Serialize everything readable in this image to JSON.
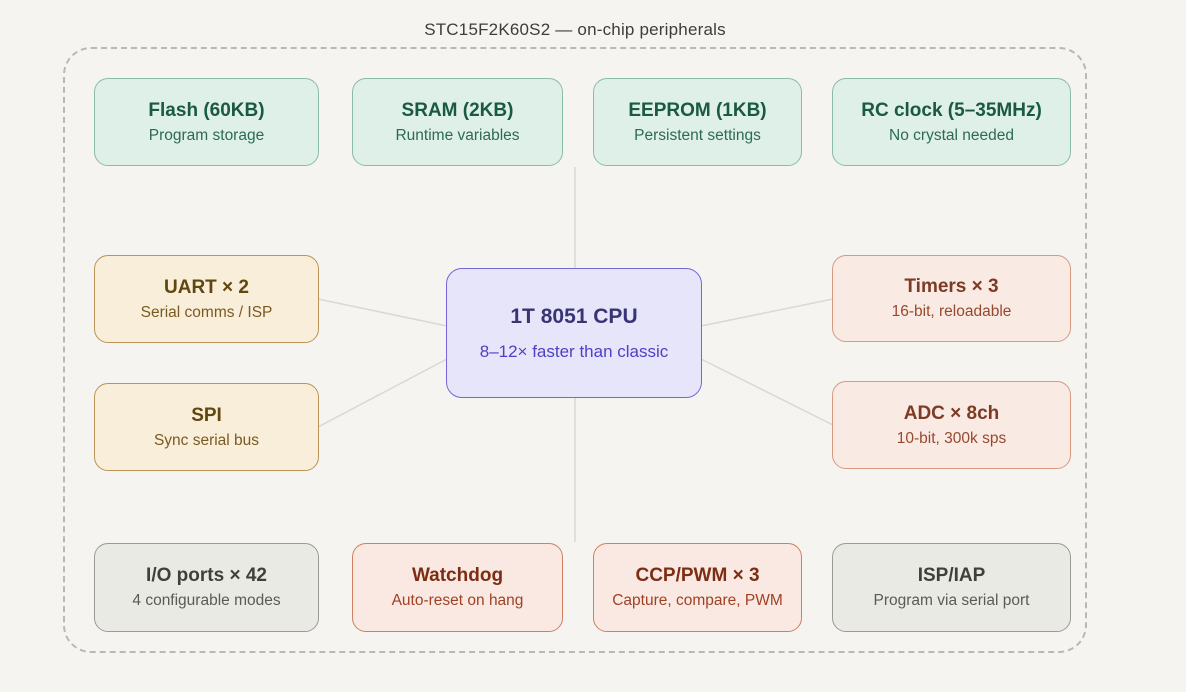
{
  "page": {
    "title": "STC15F2K60S2 — on-chip peripherals",
    "background_color": "#f5f4f1",
    "frame_border_color": "#b9b8b3",
    "connector_color": "#d9d8d3"
  },
  "cpu": {
    "title": "1T 8051 CPU",
    "subtitle": "8–12× faster than classic",
    "bg": "#e7e5f9",
    "border": "#7567d8",
    "title_color": "#393473",
    "subtitle_color": "#4e41c6"
  },
  "nodes": {
    "flash": {
      "title": "Flash (60KB)",
      "subtitle": "Program storage"
    },
    "sram": {
      "title": "SRAM (2KB)",
      "subtitle": "Runtime variables"
    },
    "eeprom": {
      "title": "EEPROM (1KB)",
      "subtitle": "Persistent settings"
    },
    "rc_clock": {
      "title": "RC clock (5–35MHz)",
      "subtitle": "No crystal needed"
    },
    "uart": {
      "title": "UART × 2",
      "subtitle": "Serial comms / ISP"
    },
    "spi": {
      "title": "SPI",
      "subtitle": "Sync serial bus"
    },
    "timers": {
      "title": "Timers × 3",
      "subtitle": "16-bit, reloadable"
    },
    "adc": {
      "title": "ADC × 8ch",
      "subtitle": "10-bit, 300k sps"
    },
    "io_ports": {
      "title": "I/O ports × 42",
      "subtitle": "4 configurable modes"
    },
    "watchdog": {
      "title": "Watchdog",
      "subtitle": "Auto-reset on hang"
    },
    "ccp_pwm": {
      "title": "CCP/PWM × 3",
      "subtitle": "Capture, compare, PWM"
    },
    "isp_iap": {
      "title": "ISP/IAP",
      "subtitle": "Program via serial port"
    }
  },
  "colors": {
    "memory_bg": "#def0e7",
    "memory_border": "#8abda4",
    "memory_title": "#1a5942",
    "memory_subtitle": "#2d6b51",
    "serial_bg": "#f8eeda",
    "serial_border": "#bb9357",
    "serial_title": "#60460f",
    "serial_subtitle": "#7a5a20",
    "timing_bg": "#f9eae4",
    "timing_border": "#d69a80",
    "timing_title": "#7e3b24",
    "timing_subtitle": "#97492e",
    "safety_bg": "#f9e9e2",
    "safety_border": "#cf8060",
    "safety_title": "#7d2e12",
    "safety_subtitle": "#a04124",
    "neutral_bg": "#eaeae5",
    "neutral_border": "#9b9a93",
    "neutral_title": "#3f3f3c",
    "neutral_subtitle": "#5b5a55"
  }
}
